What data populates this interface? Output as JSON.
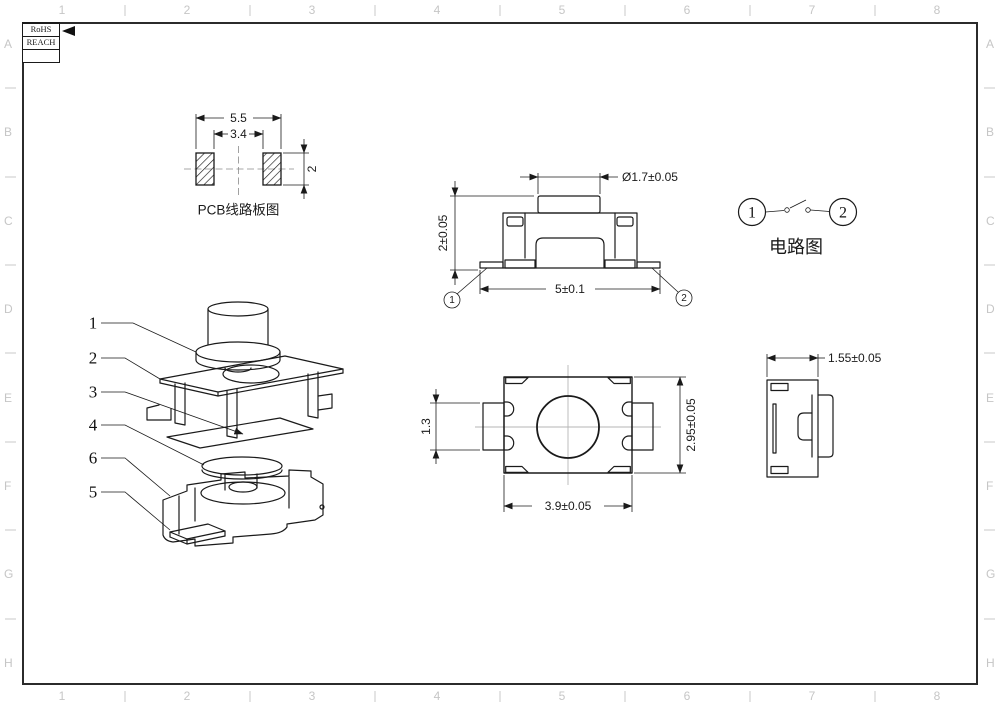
{
  "frame": {
    "grid_columns": [
      "1",
      "2",
      "3",
      "4",
      "5",
      "6",
      "7",
      "8"
    ],
    "grid_rows": [
      "A",
      "B",
      "C",
      "D",
      "E",
      "F",
      "G",
      "H"
    ]
  },
  "compliance": {
    "row1": "RoHS",
    "row2": "REACH",
    "row3": ""
  },
  "pcb_view": {
    "title": "PCB线路板图",
    "dim_outer_width": "5.5",
    "dim_inner_gap": "3.4",
    "dim_pad_height": "2"
  },
  "front_view": {
    "dim_knob_diameter": "Ø1.7±0.05",
    "dim_height": "2±0.05",
    "dim_lead_span": "5±0.1",
    "terminal_left": "1",
    "terminal_right": "2"
  },
  "circuit_view": {
    "title": "电路图",
    "terminal_left": "1",
    "terminal_right": "2"
  },
  "exploded_view": {
    "part_labels": [
      "1",
      "2",
      "3",
      "4",
      "6",
      "5"
    ]
  },
  "top_view": {
    "dim_tab_width": "1.3",
    "dim_body_height": "2.95±0.05",
    "dim_body_width": "3.9±0.05"
  },
  "side_view": {
    "dim_body_width": "1.55±0.05"
  },
  "colors": {
    "line": "#1a1a1a",
    "grid_label": "#c6c6c6"
  }
}
